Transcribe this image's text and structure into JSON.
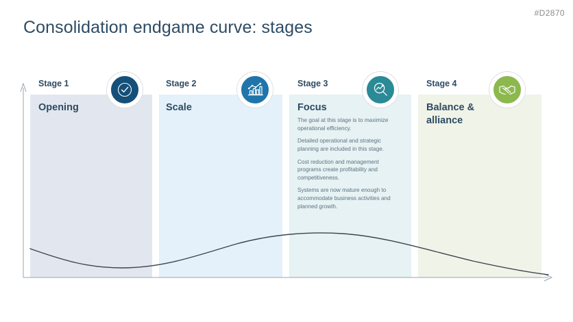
{
  "reference_code": "#D2870",
  "title": "Consolidation endgame curve: stages",
  "theme": {
    "title_color": "#2e4b63",
    "body_color": "#5d7283",
    "axis_color": "#9aa4ad",
    "curve_color": "#3c4450"
  },
  "stages": [
    {
      "label": "Stage 1",
      "heading": "Opening",
      "panel_color": "#e2e7ef",
      "icon": "check-circle-icon",
      "icon_color": "#14507a",
      "body": []
    },
    {
      "label": "Stage 2",
      "heading": "Scale",
      "panel_color": "#e4f1fa",
      "icon": "growth-chart-icon",
      "icon_color": "#1f75ab",
      "body": []
    },
    {
      "label": "Stage 3",
      "heading": "Focus",
      "panel_color": "#e6f2f3",
      "icon": "magnifier-chart-icon",
      "icon_color": "#2a8a96",
      "body": [
        "The goal at this stage is to maximize operational efficiency.",
        "Detailed operational and strategic planning are included in this stage.",
        "Cost reduction and management programs create profitability and competitiveness.",
        "Systems are now mature enough to accommodate business activities and planned growth."
      ]
    },
    {
      "label": "Stage 4",
      "heading": "Balance &\nalliance",
      "panel_color": "#f0f3e8",
      "icon": "handshake-icon",
      "icon_color": "#8cb84e",
      "body": []
    }
  ],
  "chart_data": {
    "type": "line",
    "title": "Consolidation endgame curve: stages",
    "xlabel": "",
    "ylabel": "",
    "grid": false,
    "legend": "none",
    "categories": [
      "Stage 1",
      "Stage 2",
      "Stage 3",
      "Stage 4"
    ],
    "x": [
      0,
      10,
      20,
      30,
      40,
      50,
      60,
      70,
      80,
      90,
      100
    ],
    "y": [
      58,
      42,
      32,
      30,
      38,
      55,
      70,
      76,
      74,
      62,
      44
    ],
    "annotations": [
      "Curve dips through Stage 1, rises across Stage 2, peaks in Stage 3, then declines through Stage 4"
    ]
  }
}
